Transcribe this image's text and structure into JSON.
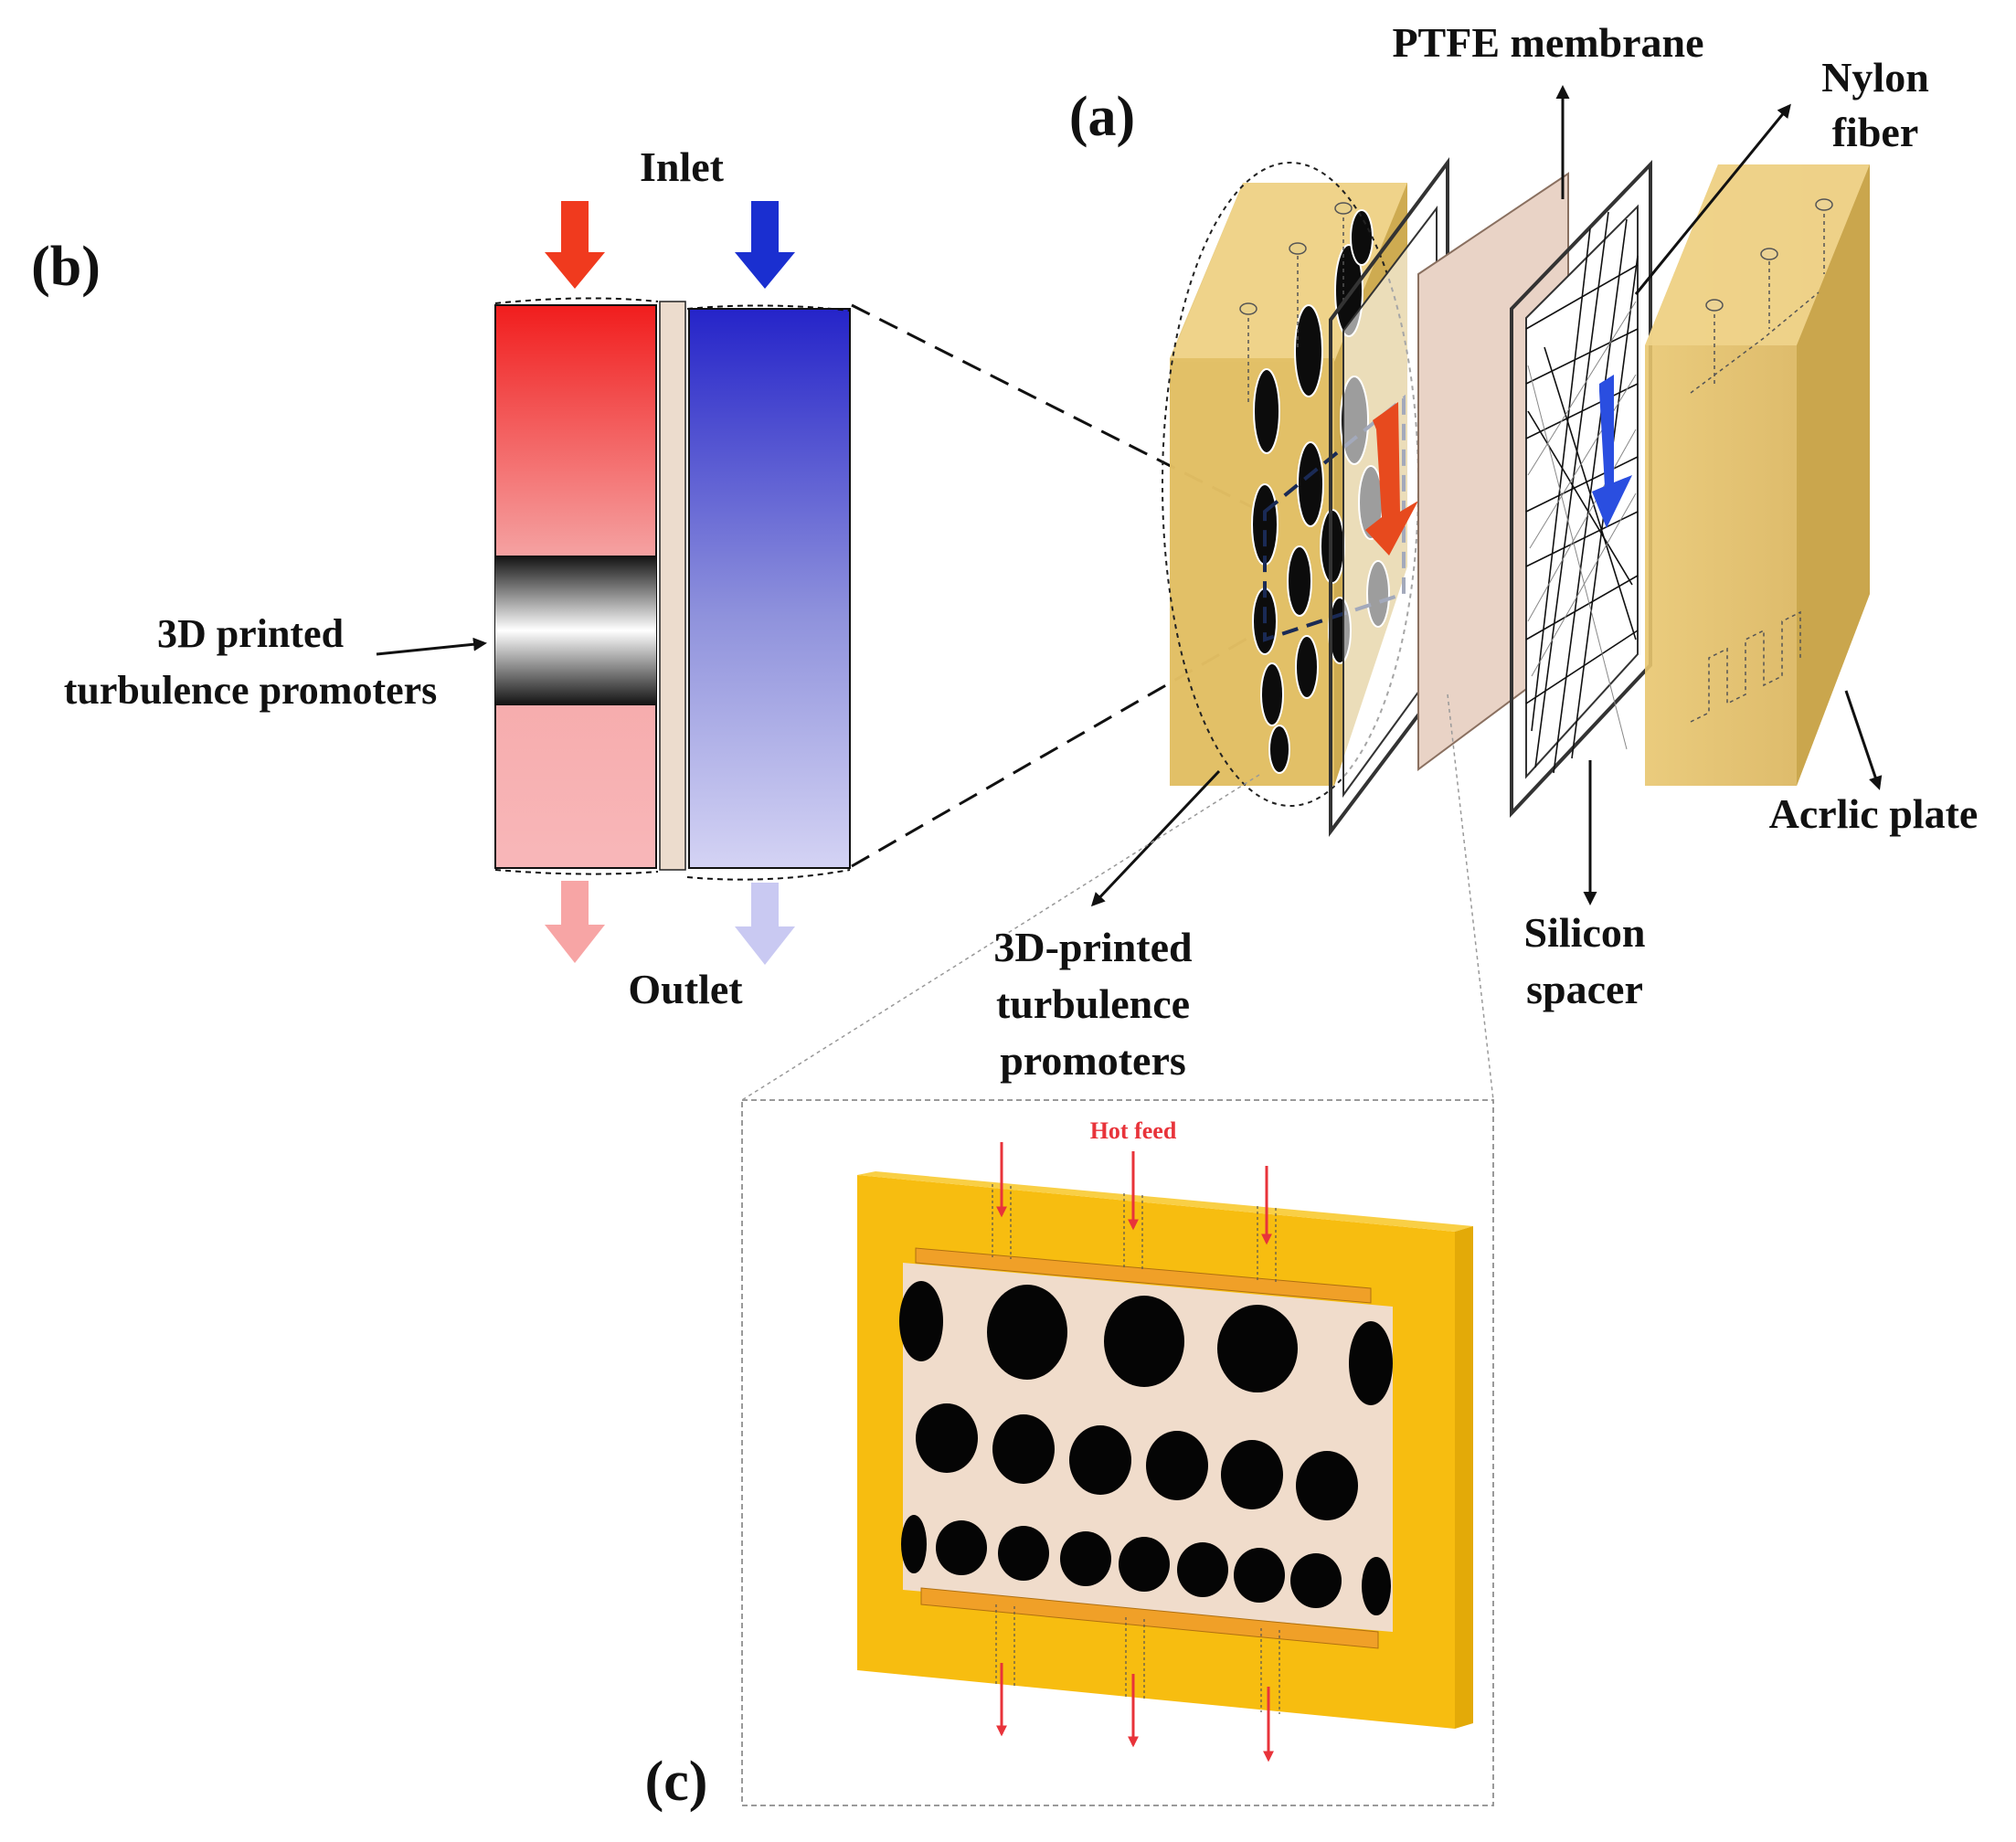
{
  "panels": {
    "a": "(a)",
    "b": "(b)",
    "c": "(c)"
  },
  "labels": {
    "inlet": "Inlet",
    "outlet": "Outlet",
    "turbulence_b_line1": "3D printed",
    "turbulence_b_line2": "turbulence promoters",
    "ptfe": "PTFE membrane",
    "nylon_line1": "Nylon",
    "nylon_line2": "fiber",
    "acrylic": "Acrlic plate",
    "silicon_line1": "Silicon",
    "silicon_line2": "spacer",
    "turbulence_a_line1": "3D-printed",
    "turbulence_a_line2": "turbulence",
    "turbulence_a_line3": "promoters",
    "hot_feed": "Hot feed"
  },
  "colors": {
    "hot": "#f03a1e",
    "cold": "#1a2fd0",
    "hot_out": "#f7a5a5",
    "cold_out": "#c9c9f2",
    "plate": "#e6c36a",
    "frame_yellow": "#f7bd10",
    "membrane": "#f0d9cc"
  }
}
